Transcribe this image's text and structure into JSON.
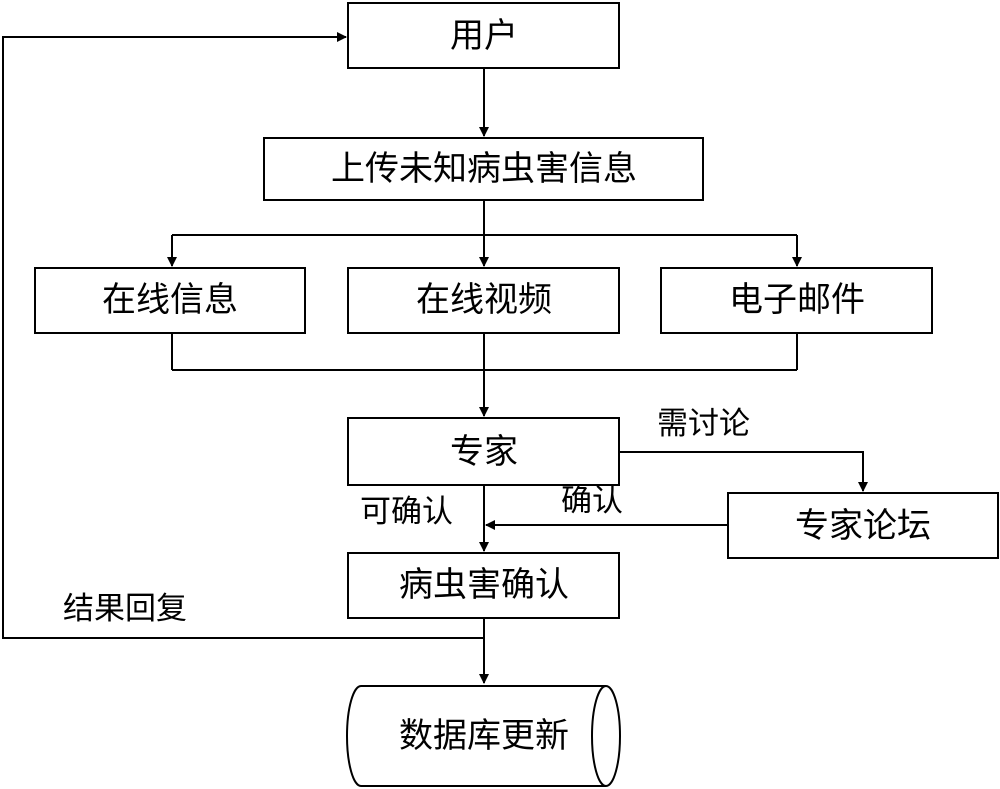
{
  "nodes": {
    "user": "用户",
    "upload": "上传未知病虫害信息",
    "online_info": "在线信息",
    "online_video": "在线视频",
    "email": "电子邮件",
    "expert": "专家",
    "pest_confirm": "病虫害确认",
    "expert_forum": "专家论坛",
    "db_update": "数据库更新"
  },
  "edges": {
    "needs_discussion": "需讨论",
    "can_confirm": "可确认",
    "confirm": "确认",
    "result_reply": "结果回复"
  }
}
